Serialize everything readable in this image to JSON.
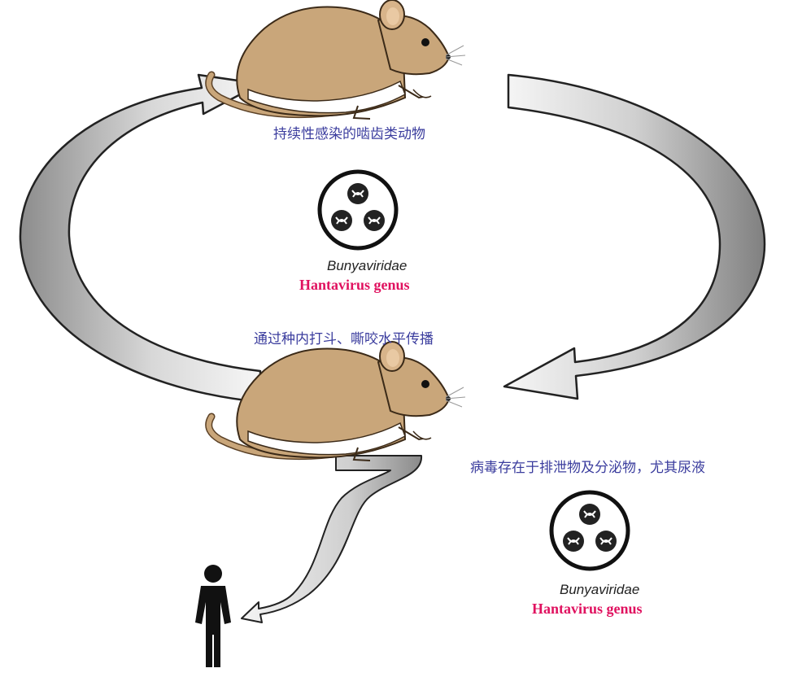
{
  "labels": {
    "top_rodent": "持续性感染的啮齿类动物",
    "transmission": "通过种内打斗、嘶咬水平传播",
    "excretion": "病毒存在于排泄物及分泌物，尤其尿液"
  },
  "virus_top": {
    "family": "Bunyaviridae",
    "genus": "Hantavirus genus"
  },
  "virus_bottom": {
    "family": "Bunyaviridae",
    "genus": "Hantavirus genus"
  },
  "colors": {
    "rodent_fur": "#c9a67a",
    "rodent_belly": "#ffffff",
    "arrow_light": "#f2f2f2",
    "arrow_dark": "#8c8c8c",
    "label_text": "#3b3d9e",
    "genus_text": "#e0115f"
  },
  "icons": {
    "rodent": "rodent-icon",
    "virus": "virus-particle-icon",
    "human": "human-figure-icon"
  }
}
